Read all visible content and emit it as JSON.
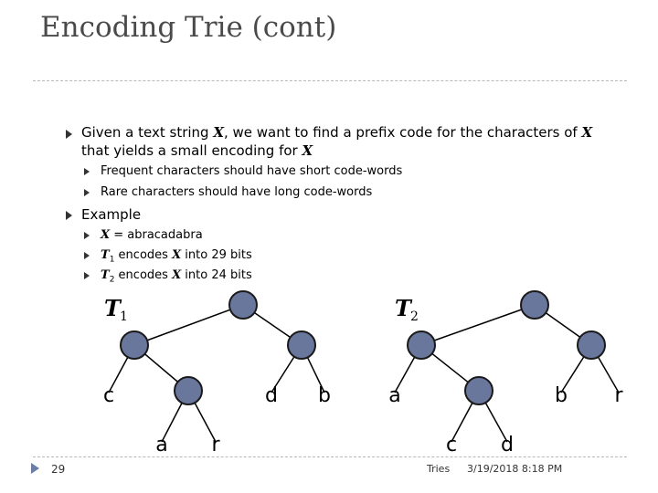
{
  "slide": {
    "title": "Encoding Trie (cont)",
    "bullets": {
      "b1_pre": "Given a text string ",
      "b1_X1": "X",
      "b1_mid": ", we want to find a prefix code for the characters of ",
      "b1_X2": "X",
      "b1_line2": "that yields a small encoding for ",
      "b1_X3": "X",
      "sub1": "Frequent characters should have short code-words",
      "sub2": "Rare characters should have long code-words",
      "b2": "Example",
      "ex1_X": "X",
      "ex1_rest": " = abracadabra",
      "ex2_T": "T",
      "ex2_sub": "1",
      "ex2_mid": " encodes ",
      "ex2_X": "X",
      "ex2_rest": " into 29 bits",
      "ex3_T": "T",
      "ex3_sub": "2",
      "ex3_mid": " encodes ",
      "ex3_X": "X",
      "ex3_rest": " into 24 bits"
    }
  },
  "trees": {
    "t1": {
      "label": "T",
      "sub": "1",
      "leaves": [
        "c",
        "d",
        "b",
        "a",
        "r"
      ]
    },
    "t2": {
      "label": "T",
      "sub": "2",
      "leaves": [
        "a",
        "b",
        "r",
        "c",
        "d"
      ]
    }
  },
  "footer": {
    "slide_number": "29",
    "topic": "Tries",
    "datetime": "3/19/2018 8:18 PM"
  },
  "colors": {
    "node_fill": "#6a779c",
    "accent": "#6b7fa6"
  }
}
